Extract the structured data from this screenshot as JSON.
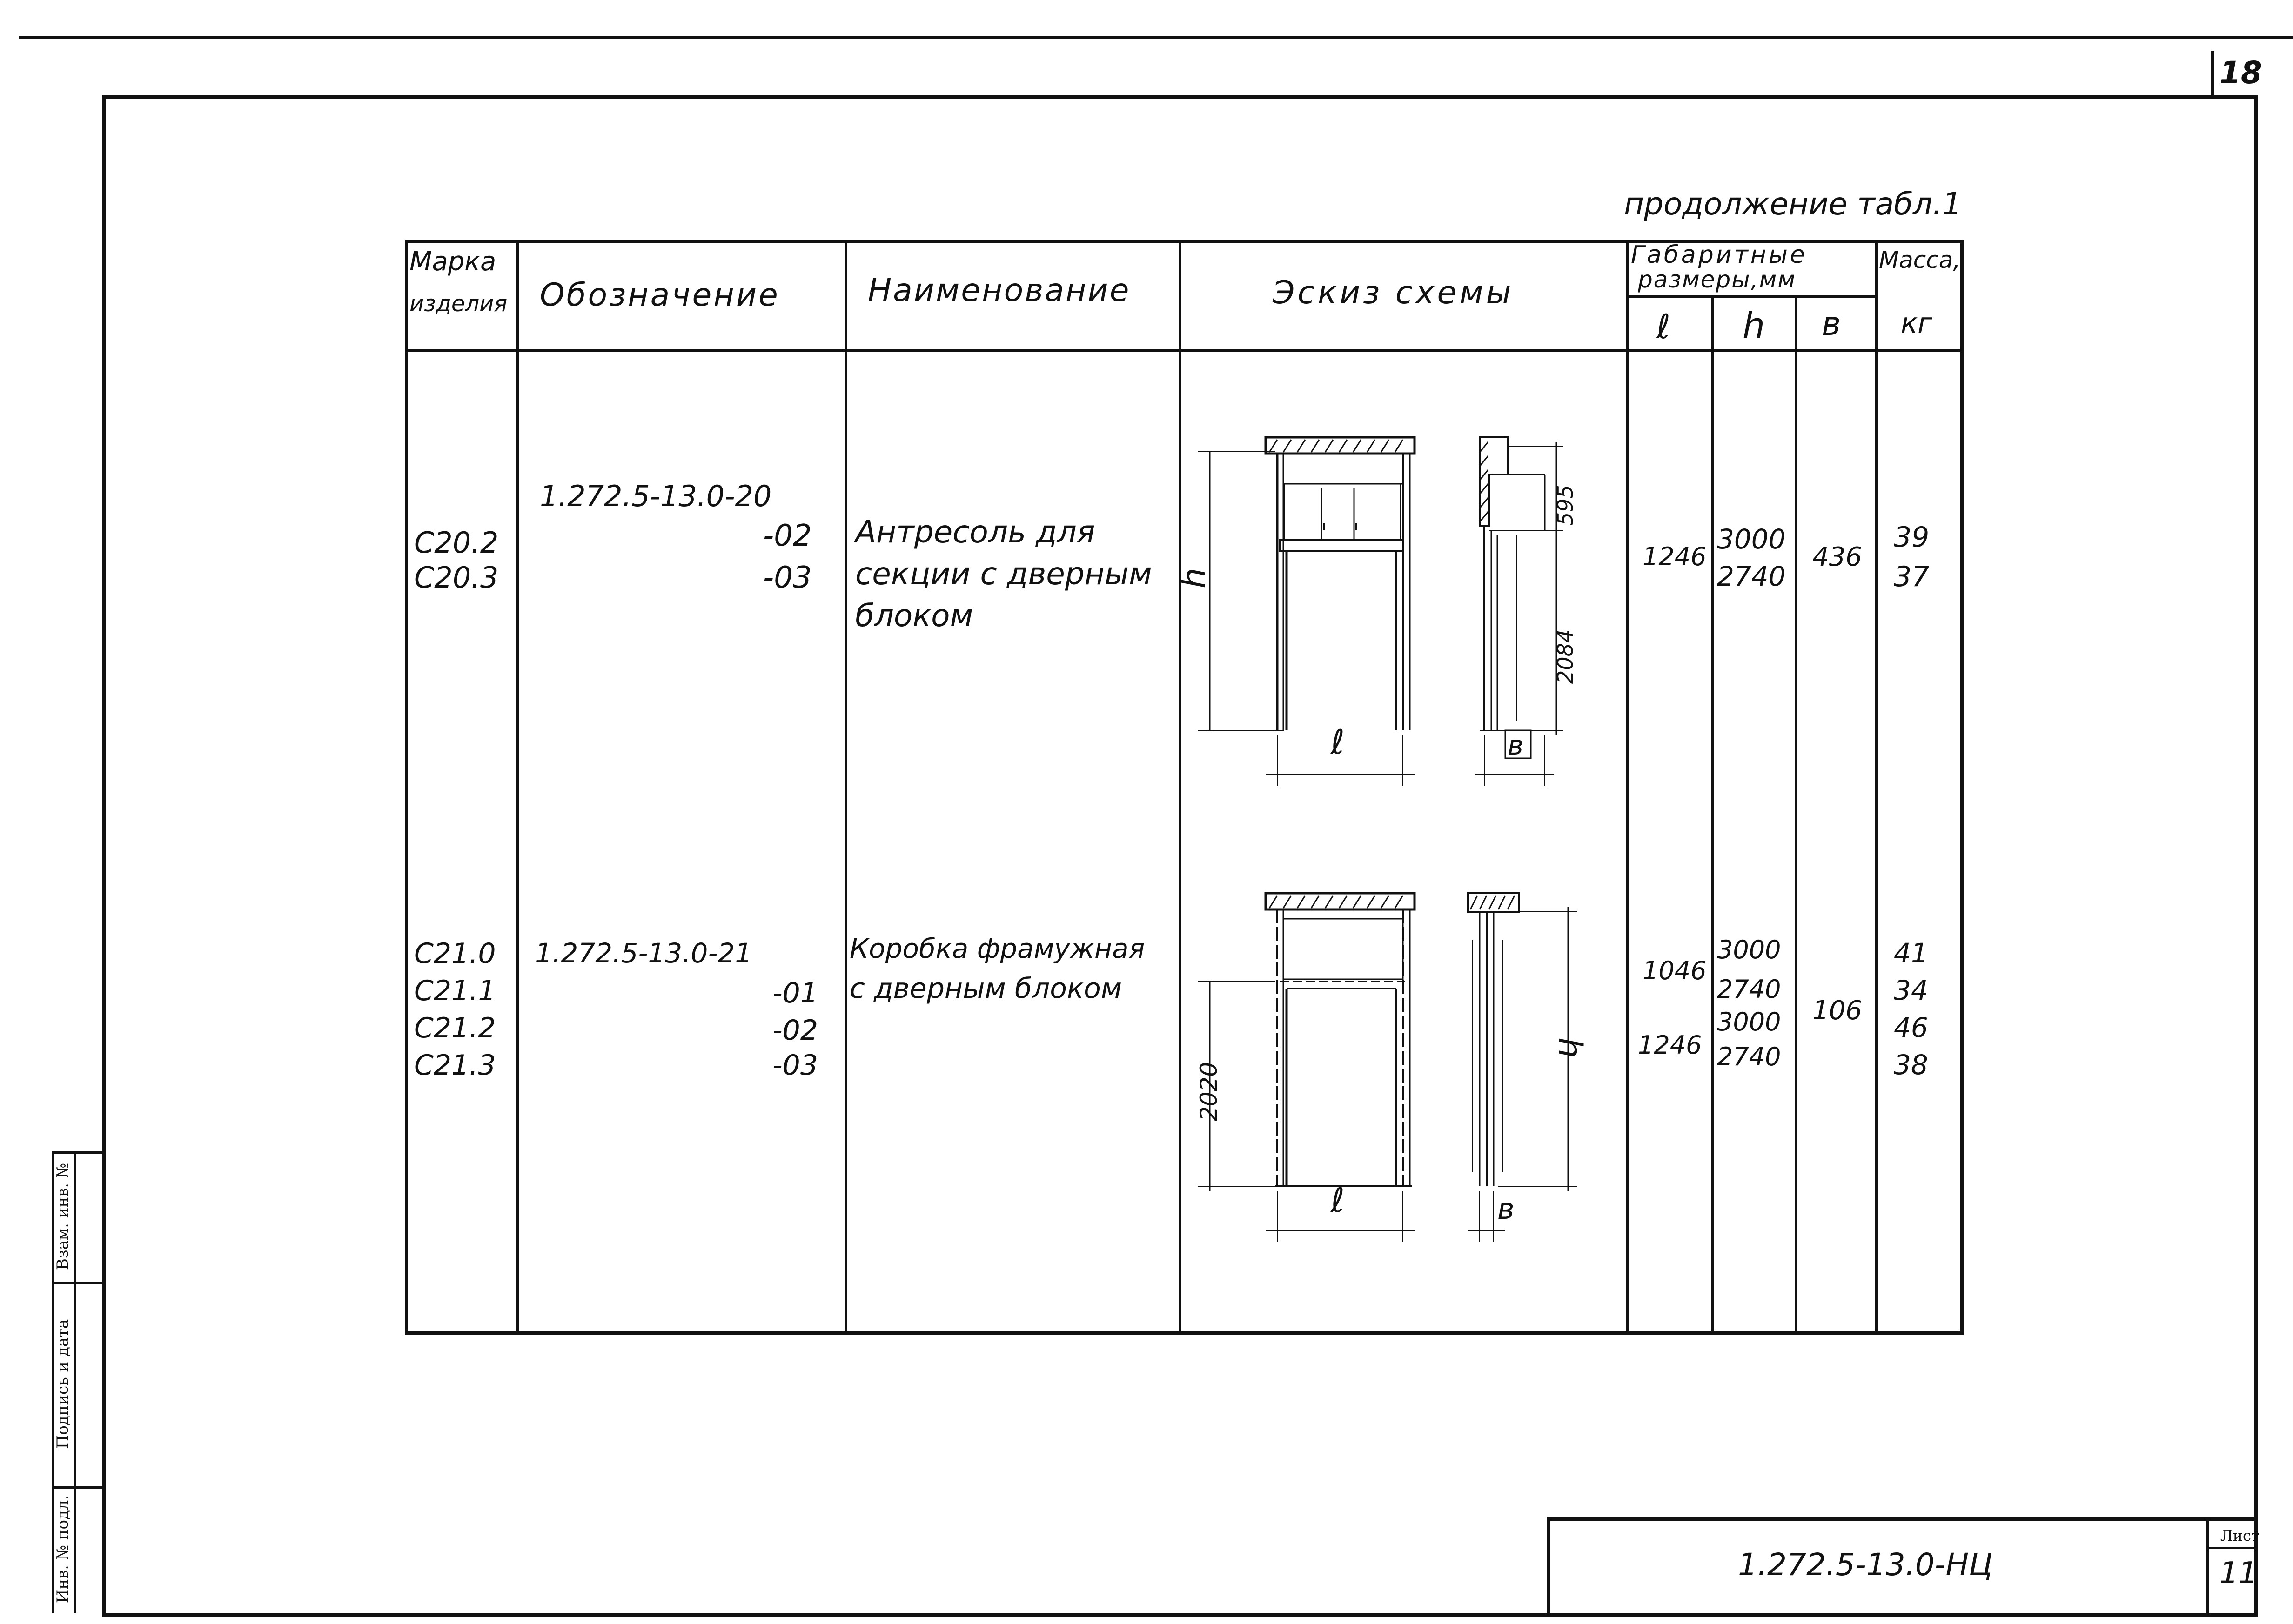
{
  "sheet_top_number": "18",
  "continuation_note": "продолжение табл.1",
  "header": {
    "mark": [
      "Марка",
      "изделия"
    ],
    "designation": "Обозначение",
    "name": "Наименование",
    "sketch": "Эскиз схемы",
    "dims_title": [
      "Габаритные",
      "размеры,мм"
    ],
    "dim_l": "ℓ",
    "dim_h": "h",
    "dim_b": "в",
    "mass": [
      "Масса,",
      "кг"
    ]
  },
  "rows": [
    {
      "marks": [
        "С20.2",
        "С20.3"
      ],
      "designation_main": "1.272.5-13.0-20",
      "designation_sub": [
        "-02",
        "-03"
      ],
      "name": [
        "Антресоль для",
        "секции с дверным",
        "блоком"
      ],
      "l": [
        "1246"
      ],
      "h": [
        "3000",
        "2740"
      ],
      "b": "436",
      "mass": [
        "39",
        "37"
      ],
      "sketch_dims": [
        "h",
        "595",
        "2084",
        "ℓ",
        "в"
      ]
    },
    {
      "marks": [
        "С21.0",
        "С21.1",
        "С21.2",
        "С21.3"
      ],
      "designation_main": "1.272.5-13.0-21",
      "designation_sub": [
        "-01",
        "-02",
        "-03"
      ],
      "name": [
        "Коробка фрамужная",
        "с дверным блоком"
      ],
      "l": [
        "1046",
        "1246"
      ],
      "h": [
        "3000",
        "2740",
        "3000",
        "2740"
      ],
      "b": "106",
      "mass": [
        "41",
        "34",
        "46",
        "38"
      ],
      "sketch_dims": [
        "2020",
        "h",
        "ℓ",
        "в"
      ]
    }
  ],
  "side_stamp": [
    "Инв. № подл.",
    "Подпись и дата",
    "Взам. инв. №"
  ],
  "title_block": {
    "code": "1.272.5-13.0-НЦ",
    "sheet_label": "Лист",
    "sheet_number": "11"
  }
}
